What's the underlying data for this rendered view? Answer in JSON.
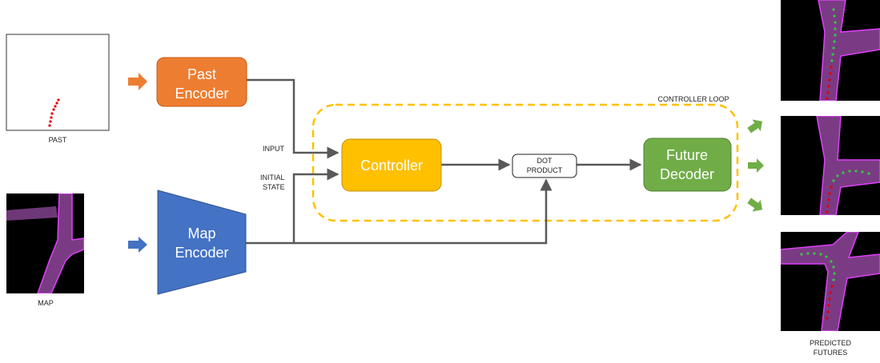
{
  "labels": {
    "past": "PAST",
    "map": "MAP",
    "input": "INPUT",
    "initial_state_line1": "INITIAL",
    "initial_state_line2": "STATE",
    "controller_loop": "CONTROLLER LOOP",
    "predicted_futures_line1": "PREDICTED",
    "predicted_futures_line2": "FUTURES"
  },
  "blocks": {
    "past_encoder_line1": "Past",
    "past_encoder_line2": "Encoder",
    "map_encoder_line1": "Map",
    "map_encoder_line2": "Encoder",
    "controller": "Controller",
    "dot_product_line1": "DOT",
    "dot_product_line2": "PRODUCT",
    "future_decoder_line1": "Future",
    "future_decoder_line2": "Decoder"
  },
  "colors": {
    "past_encoder": "#ED7D31",
    "map_encoder": "#4472C4",
    "controller": "#FFC000",
    "future_decoder": "#70AD47",
    "loop_border": "#FFC000",
    "connector": "#595959",
    "map_road": "#7B3B84",
    "map_edge": "#E040FB",
    "past_trajectory": "#E00000",
    "future_trajectory": "#2ECC40"
  }
}
